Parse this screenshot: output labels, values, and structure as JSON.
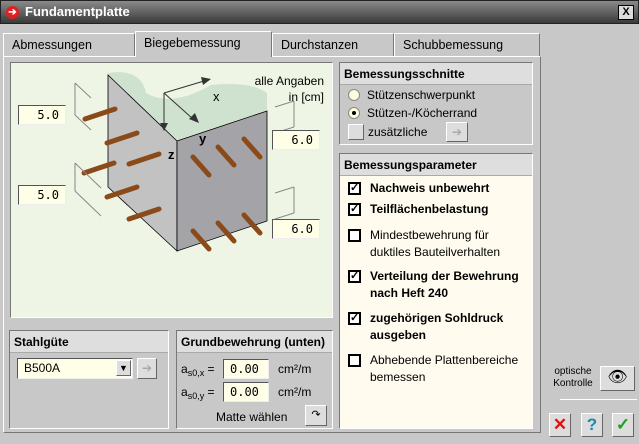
{
  "window": {
    "title": "Fundamentplatte",
    "close": "X"
  },
  "tabs": [
    {
      "label": "Abmessungen"
    },
    {
      "label": "Biegebemessung",
      "active": true
    },
    {
      "label": "Durchstanzen"
    },
    {
      "label": "Schubbemessung"
    }
  ],
  "figure": {
    "note_line1": "alle Angaben",
    "note_line2": "in [cm]",
    "axis_x": "x",
    "axis_y": "y",
    "axis_z": "z",
    "dims": [
      "5.0",
      "5.0",
      "6.0",
      "6.0"
    ]
  },
  "stahlguete": {
    "title": "Stahlgüte",
    "selected": "B500A"
  },
  "grundbewehrung": {
    "title": "Grundbewehrung (unten)",
    "asx_label": "a",
    "asx_sub": "s0,x",
    "asx_value": "0.00",
    "asx_unit": "cm²/m",
    "asy_label": "a",
    "asy_sub": "s0,y",
    "asy_value": "0.00",
    "asy_unit": "cm²/m",
    "matte": "Matte wählen"
  },
  "schnitte": {
    "title": "Bemessungsschnitte",
    "options": [
      {
        "label": "Stützenschwerpunkt",
        "checked": false
      },
      {
        "label": "Stützen-/Köcherrand",
        "checked": true
      }
    ],
    "extra": "zusätzliche"
  },
  "parameter": {
    "title": "Bemessungsparameter",
    "items": [
      {
        "l1": "Nachweis unbewehrt",
        "l2": "",
        "checked": true
      },
      {
        "l1": "Teilflächenbelastung",
        "l2": "",
        "checked": true
      },
      {
        "l1": "Mindestbewehrung für",
        "l2": "duktiles Bauteilverhalten",
        "checked": false
      },
      {
        "l1": "Verteilung der Bewehrung",
        "l2": "nach Heft 240",
        "checked": true
      },
      {
        "l1": "zugehörigen Sohldruck",
        "l2": "ausgeben",
        "checked": true
      },
      {
        "l1": "Abhebende Plattenbereiche",
        "l2": "bemessen",
        "checked": false
      }
    ]
  },
  "side": {
    "optisch1": "optische",
    "optisch2": "Kontrolle",
    "check": "✓"
  }
}
